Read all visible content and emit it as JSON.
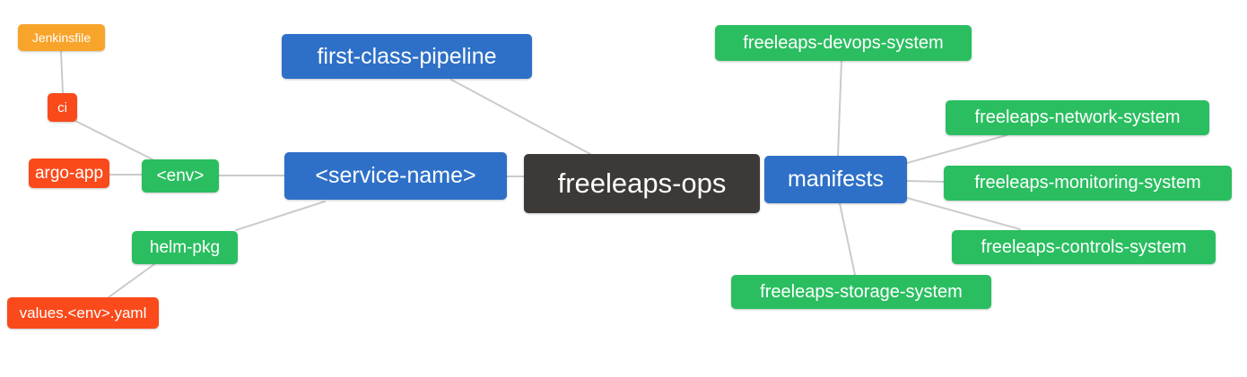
{
  "diagram": {
    "type": "mindmap",
    "palette": {
      "blue": "#2e70c7",
      "green": "#2abe60",
      "orange": "#f8a42b",
      "red": "#fa4a1b",
      "dark": "#3d3936",
      "text": "#ffffff",
      "edge": "#cbcbcb",
      "background": "#ffffff"
    },
    "nodes": {
      "freeleaps_ops": {
        "label": "freeleaps-ops",
        "color": "dark"
      },
      "first_class_pipeline": {
        "label": "first-class-pipeline",
        "color": "blue"
      },
      "service_name": {
        "label": "<service-name>",
        "color": "blue"
      },
      "manifests": {
        "label": "manifests",
        "color": "blue"
      },
      "env": {
        "label": "<env>",
        "color": "green"
      },
      "helm_pkg": {
        "label": "helm-pkg",
        "color": "green"
      },
      "ci": {
        "label": "ci",
        "color": "red"
      },
      "argo_app": {
        "label": "argo-app",
        "color": "red"
      },
      "values_env_yaml": {
        "label": "values.<env>.yaml",
        "color": "red"
      },
      "jenkinsfile": {
        "label": "Jenkinsfile",
        "color": "orange"
      },
      "devops_system": {
        "label": "freeleaps-devops-system",
        "color": "green"
      },
      "network_system": {
        "label": "freeleaps-network-system",
        "color": "green"
      },
      "monitoring_system": {
        "label": "freeleaps-monitoring-system",
        "color": "green"
      },
      "controls_system": {
        "label": "freeleaps-controls-system",
        "color": "green"
      },
      "storage_system": {
        "label": "freeleaps-storage-system",
        "color": "green"
      }
    },
    "edges": [
      {
        "from": "jenkinsfile",
        "to": "ci"
      },
      {
        "from": "ci",
        "to": "env"
      },
      {
        "from": "argo_app",
        "to": "env"
      },
      {
        "from": "env",
        "to": "service_name"
      },
      {
        "from": "service_name",
        "to": "freeleaps_ops"
      },
      {
        "from": "service_name",
        "to": "helm_pkg"
      },
      {
        "from": "helm_pkg",
        "to": "values_env_yaml"
      },
      {
        "from": "first_class_pipeline",
        "to": "freeleaps_ops"
      },
      {
        "from": "manifests",
        "to": "devops_system"
      },
      {
        "from": "manifests",
        "to": "network_system"
      },
      {
        "from": "manifests",
        "to": "monitoring_system"
      },
      {
        "from": "manifests",
        "to": "controls_system"
      },
      {
        "from": "manifests",
        "to": "storage_system"
      }
    ]
  }
}
